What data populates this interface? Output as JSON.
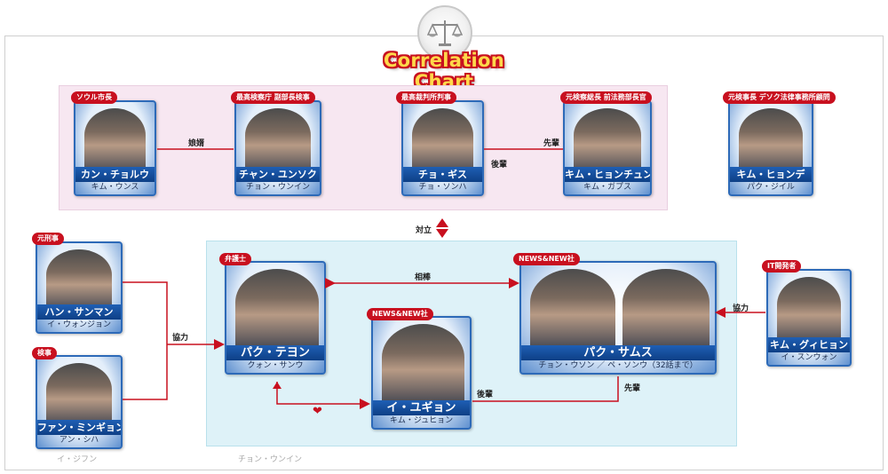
{
  "title": "Correlation Chart",
  "emblem_icon": "scales-of-justice-icon",
  "colors": {
    "accent_red": "#c8101f",
    "card_blue": "#1f5fb4",
    "panel_pink": "#f7e7f1",
    "panel_blue": "#def2f8"
  },
  "characters": {
    "kang": {
      "tag": "ソウル市長",
      "name": "カン・チョルウ",
      "actor": "キム・ウンス"
    },
    "jang": {
      "tag": "最高検察庁 副部長検事",
      "name": "チャン・ユンソク",
      "actor": "チョン・ウンイン"
    },
    "cho": {
      "tag": "最高裁判所判事",
      "name": "チョ・ギス",
      "actor": "チョ・ソンハ"
    },
    "kimhc": {
      "tag": "元検察総長 前法務部長官",
      "name": "キム・ヒョンチュン",
      "actor": "キム・ガプス"
    },
    "kimhd": {
      "tag": "元検事長 デソク法律事務所顧問",
      "name": "キム・ヒョンデ",
      "actor": "パク・ジイル"
    },
    "han": {
      "tag": "元刑事",
      "name": "ハン・サンマン",
      "actor": "イ・ウォンジョン"
    },
    "hwang": {
      "tag": "検事",
      "name": "ファン・ミンギョン",
      "actor": "アン・シハ"
    },
    "park_t": {
      "tag": "弁護士",
      "name": "パク・テヨン",
      "actor": "クォン・サンウ"
    },
    "lee": {
      "tag": "NEWS&NEW社",
      "name": "イ・ユギョン",
      "actor": "キム・ジュヒョン"
    },
    "park_s": {
      "tag": "NEWS&NEW社",
      "name": "パク・サムス",
      "actor": "チョン・ウソン ／ ペ・ソンウ（32話まで）"
    },
    "kim_g": {
      "tag": "IT開発者",
      "name": "キム・グィヒョン",
      "actor": "イ・スンウォン"
    }
  },
  "relations": {
    "son_in_law": "娘婿",
    "junior_1": "後輩",
    "senior_1": "先輩",
    "opposition": "対立",
    "partner": "相棒",
    "cooperation_left": "協力",
    "cooperation_right": "協力",
    "junior_2": "後輩",
    "senior_2": "先輩"
  },
  "notes": {
    "left": "イ・ジフン",
    "bottom": "チョン・ウンイン"
  }
}
